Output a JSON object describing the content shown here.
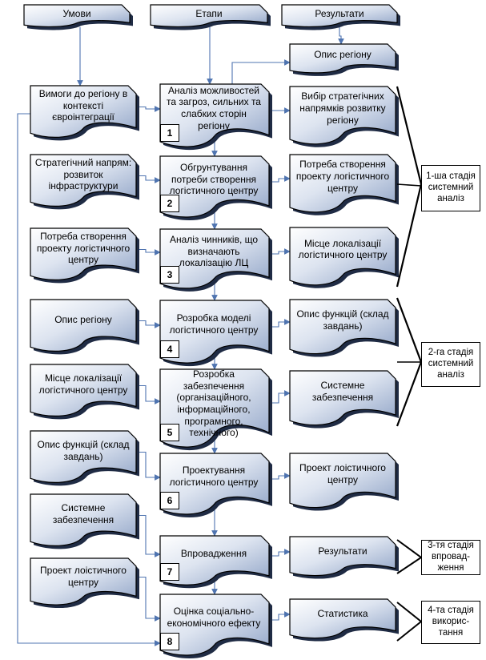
{
  "headers": {
    "conditions": "Умови",
    "stages": "Етапи",
    "results": "Результати"
  },
  "conditions": [
    "Вимоги до регіону в контексті євроінтеграції",
    "Стратегічний напрям: розвиток інфраструктури",
    "Потреба створення проекту логістичного центру",
    "Опис регіону",
    "Місце локалізації логістичного центру",
    "Опис функцій (склад завдань)",
    "Системне забезпечення",
    "Проект лоістичного центру"
  ],
  "steps": [
    {
      "number": "1",
      "label": "Аналіз можливостей та загроз, сильних та слабких сторін регіону"
    },
    {
      "number": "2",
      "label": "Обгрунтування потреби створення логістичного центру"
    },
    {
      "number": "3",
      "label": "Аналіз чинників, що визначають локалізацію ЛЦ"
    },
    {
      "number": "4",
      "label": "Розробка моделі логістичного центру"
    },
    {
      "number": "5",
      "label": "Розробка забезпечення (організаційного, інформаційного, програмного, технічного)"
    },
    {
      "number": "6",
      "label": "Проектування логістичного центру"
    },
    {
      "number": "7",
      "label": "Впровадження"
    },
    {
      "number": "8",
      "label": "Оцінка соціально-економічного ефекту"
    }
  ],
  "results": [
    "Опис регіону",
    "Вибір стратегічних напрямків розвитку регіону",
    "Потреба створення проекту логістичного центру",
    "Місце локалізації логістичного центру",
    "Опис функцій (склад завдань)",
    "Системне забезпечення",
    "Проект лоістичного центру",
    "Результати",
    "Статистика"
  ],
  "phases": [
    "1-ша стадія системний аналіз",
    "2-га стадія системний аналіз",
    "3-тя стадія впровад-ження",
    "4-та стадія викорис-тання"
  ],
  "colors": {
    "box_fill_light": "#ffffff",
    "box_fill_dark": "#9aaccb",
    "line": "#4f74b0",
    "border": "#000000"
  }
}
